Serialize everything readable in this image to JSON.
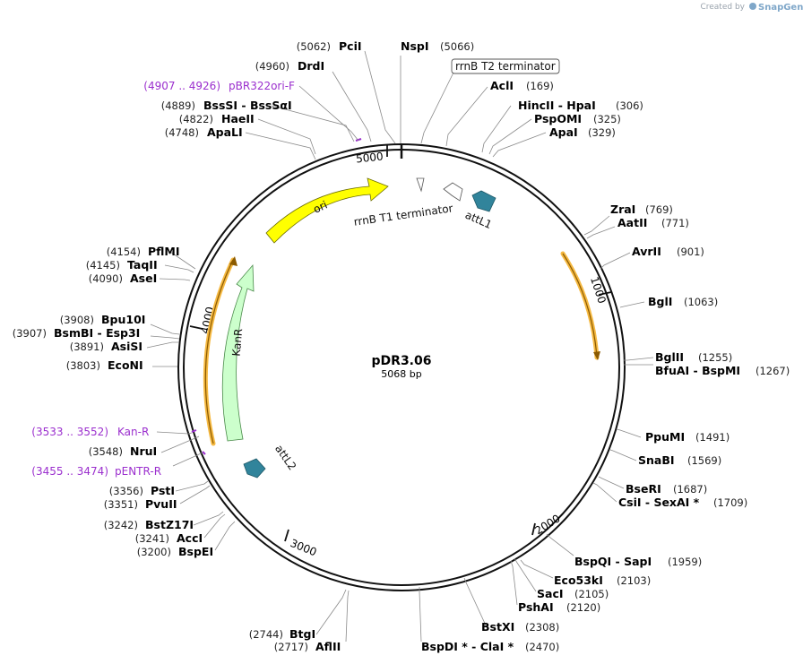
{
  "watermark": {
    "created_by": "Created by",
    "brand": "SnapGene"
  },
  "plasmid": {
    "name": "pDR3.06",
    "length_label": "5068 bp",
    "length_bp": 5068
  },
  "tick_labels": [
    "1000",
    "2000",
    "3000",
    "4000",
    "5000"
  ],
  "sites": [
    {
      "name": "PciI",
      "pos": "(5062)"
    },
    {
      "name": "NspI",
      "pos": "(5066)"
    },
    {
      "name": "DrdI",
      "pos": "(4960)"
    },
    {
      "name": "AclI",
      "pos": "(169)"
    },
    {
      "name": "HincII  -  HpaI",
      "pos": "(306)"
    },
    {
      "name": "PspOMI",
      "pos": "(325)"
    },
    {
      "name": "ApaI",
      "pos": "(329)"
    },
    {
      "name": "BssSI  -  BssSαI",
      "pos": "(4889)"
    },
    {
      "name": "HaeII",
      "pos": "(4822)"
    },
    {
      "name": "ApaLI",
      "pos": "(4748)"
    },
    {
      "name": "ZraI",
      "pos": "(769)"
    },
    {
      "name": "AatII",
      "pos": "(771)"
    },
    {
      "name": "AvrII",
      "pos": "(901)"
    },
    {
      "name": "BglI",
      "pos": "(1063)"
    },
    {
      "name": "BglII",
      "pos": "(1255)"
    },
    {
      "name": "BfuAI  -  BspMI",
      "pos": "(1267)"
    },
    {
      "name": "PpuMI",
      "pos": "(1491)"
    },
    {
      "name": "SnaBI",
      "pos": "(1569)"
    },
    {
      "name": "BseRI",
      "pos": "(1687)"
    },
    {
      "name": "CsiI  -  SexAI *",
      "pos": "(1709)"
    },
    {
      "name": "BspQI  -  SapI",
      "pos": "(1959)"
    },
    {
      "name": "Eco53kI",
      "pos": "(2103)"
    },
    {
      "name": "SacI",
      "pos": "(2105)"
    },
    {
      "name": "PshAI",
      "pos": "(2120)"
    },
    {
      "name": "BstXI",
      "pos": "(2308)"
    },
    {
      "name": "BspDI *  -  ClaI *",
      "pos": "(2470)"
    },
    {
      "name": "BtgI",
      "pos": "(2744)"
    },
    {
      "name": "AflII",
      "pos": "(2717)"
    },
    {
      "name": "PstI",
      "pos": "(3356)"
    },
    {
      "name": "PvuII",
      "pos": "(3351)"
    },
    {
      "name": "BstZ17I",
      "pos": "(3242)"
    },
    {
      "name": "AccI",
      "pos": "(3241)"
    },
    {
      "name": "BspEI",
      "pos": "(3200)"
    },
    {
      "name": "NruI",
      "pos": "(3548)"
    },
    {
      "name": "EcoNI",
      "pos": "(3803)"
    },
    {
      "name": "Bpu10I",
      "pos": "(3908)"
    },
    {
      "name": "BsmBI  -  Esp3I",
      "pos": "(3907)"
    },
    {
      "name": "AsiSI",
      "pos": "(3891)"
    },
    {
      "name": "PflMI",
      "pos": "(4154)"
    },
    {
      "name": "TaqII",
      "pos": "(4145)"
    },
    {
      "name": "AseI",
      "pos": "(4090)"
    }
  ],
  "primers": [
    {
      "range": "(4907 .. 4926)",
      "name": "pBR322ori-F"
    },
    {
      "range": "(3533 .. 3552)",
      "name": "Kan-R"
    },
    {
      "range": "(3455 .. 3474)",
      "name": "pENTR-R"
    }
  ],
  "features": [
    {
      "name": "rrnB T2 terminator"
    },
    {
      "name": "rrnB T1 terminator"
    },
    {
      "name": "ori"
    },
    {
      "name": "attL1"
    },
    {
      "name": "attL2"
    },
    {
      "name": "KanR"
    }
  ],
  "colors": {
    "backbone": "#111111",
    "ori": "#ffff00",
    "kanr": "#ccffcc",
    "att": "#31849b",
    "orf_outline": "#f5b942",
    "orf_arrow": "#8b5a00",
    "primer": "#9b2fce"
  }
}
